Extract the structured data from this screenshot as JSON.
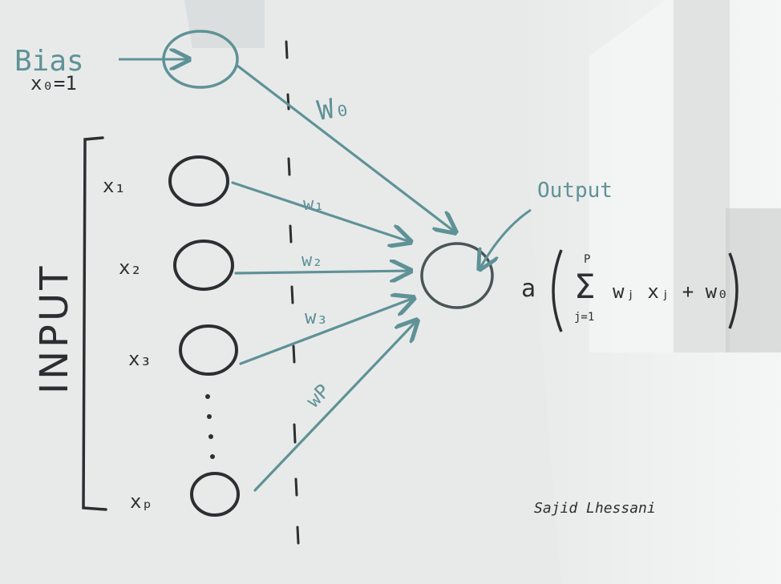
{
  "colors": {
    "board": "#e9ebea",
    "ink_dark": "#2c2f31",
    "ink_teal": "#5f9296"
  },
  "bias": {
    "label": "Bias",
    "value": "x₀=1"
  },
  "group_label": "INPUT",
  "inputs": [
    {
      "label": "x₁",
      "weight": "w₁"
    },
    {
      "label": "x₂",
      "weight": "w₂"
    },
    {
      "label": "x₃",
      "weight": "w₃"
    },
    {
      "label": "xₚ",
      "weight": "wP"
    }
  ],
  "bias_weight": "W₀",
  "ellipsis": "⋮",
  "output_label": "Output",
  "formula": {
    "prefix": "a",
    "sigma": "Σ",
    "upper": "P",
    "lower": "j=1",
    "body": "wⱼ xⱼ + w₀"
  },
  "signature": "Sajid Lhessani"
}
